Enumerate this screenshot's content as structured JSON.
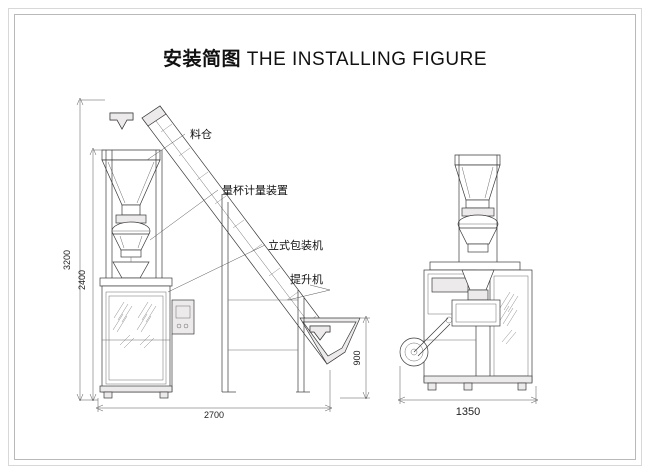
{
  "title": {
    "chinese": "安装简图",
    "english": "THE INSTALLING FIGURE"
  },
  "labels": {
    "hopper": "料仓",
    "measuring_cup_device": "量杯计量装置",
    "vertical_packing_machine": "立式包装机",
    "elevator": "提升机"
  },
  "dimensions": {
    "height_total": "3200",
    "height_machine": "2400",
    "height_elevator_outlet": "900",
    "width_total": "2700",
    "width_side_view": "1350"
  }
}
